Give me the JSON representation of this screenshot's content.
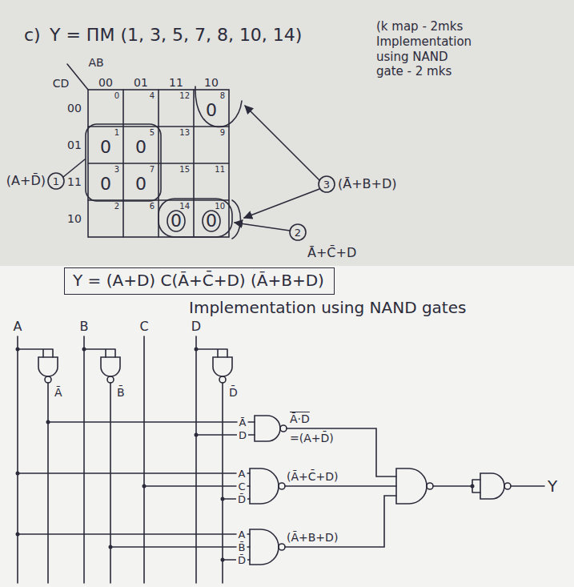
{
  "diagram": {
    "nodes": [
      {
        "text": [
          "Y = (A+D) C(Ā+C̄+D) (Ā+B+D)"
        ]
      }
    ],
    "labels": [
      "c)",
      "Y = ΠM (1, 3, 5, 7, 8, 10, 14)",
      "(k map - 2mks Implementation using NAND gate - 2 mks",
      "AB",
      "CD",
      "00",
      "01",
      "11",
      "10",
      "00",
      "01",
      "11",
      "10",
      "0",
      "4",
      "12",
      "8",
      "1",
      "5",
      "13",
      "9",
      "3",
      "7",
      "15",
      "11",
      "2",
      "6",
      "14",
      "10",
      "0",
      "0",
      "0",
      "0",
      "0",
      "0",
      "0",
      "(A+D̄)",
      "1",
      "3",
      "(Ā+B+D)",
      "2",
      "Ā+C̄+D",
      "Implementation using NAND gates",
      "A",
      "B",
      "C",
      "D",
      "Ā",
      "B̄",
      "D̄",
      "Ā·D",
      "=(A+D̄)",
      "Ā",
      "D",
      "A",
      "C",
      "D̄",
      "(Ā+C̄+D)",
      "A",
      "B̄",
      "D̄",
      "(Ā+B+D)",
      "Y"
    ]
  }
}
